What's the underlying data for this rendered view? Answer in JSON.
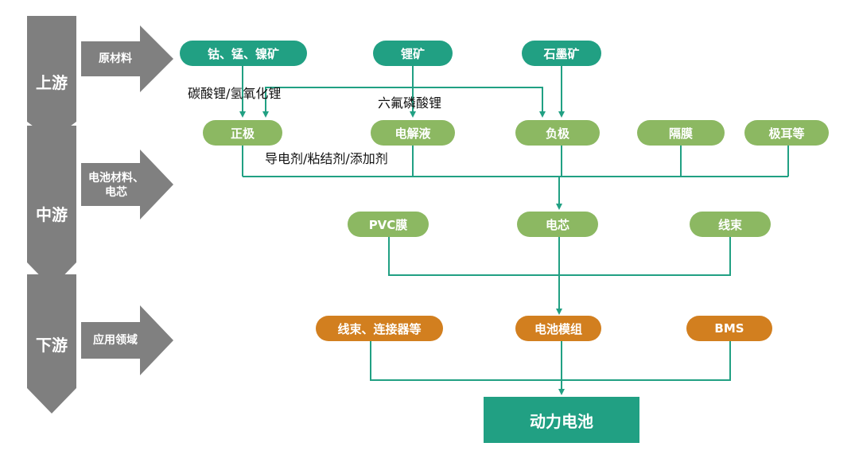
{
  "stages": {
    "upstream": "上游",
    "midstream": "中游",
    "downstream": "下游"
  },
  "categories": {
    "raw_materials": "原材料",
    "battery_materials_line1": "电池材料、",
    "battery_materials_line2": "电芯",
    "applications": "应用领域"
  },
  "raw_materials": {
    "cobalt_manganese_nickel": "钴、锰、镍矿",
    "lithium": "锂矿",
    "graphite": "石墨矿"
  },
  "intermediates": {
    "lithium_salts": "碳酸锂/氢氧化锂",
    "lipf6": "六氟磷酸锂",
    "additives": "导电剂/粘结剂/添加剂"
  },
  "components": {
    "cathode": "正极",
    "electrolyte": "电解液",
    "anode": "负极",
    "separator": "隔膜",
    "tabs": "极耳等"
  },
  "cell_level": {
    "pvc_film": "PVC膜",
    "cell": "电芯",
    "harness": "线束"
  },
  "module_level": {
    "harness_connectors": "线束、连接器等",
    "battery_module": "电池模组",
    "bms": "BMS"
  },
  "final_product": "动力电池",
  "colors": {
    "raw_material_pill": "#21a083",
    "component_pill": "#8cb862",
    "application_pill": "#d27f1f",
    "stage_chevron": "#7f7f7f",
    "category_arrow": "#808080",
    "connector_line": "#21a083"
  }
}
